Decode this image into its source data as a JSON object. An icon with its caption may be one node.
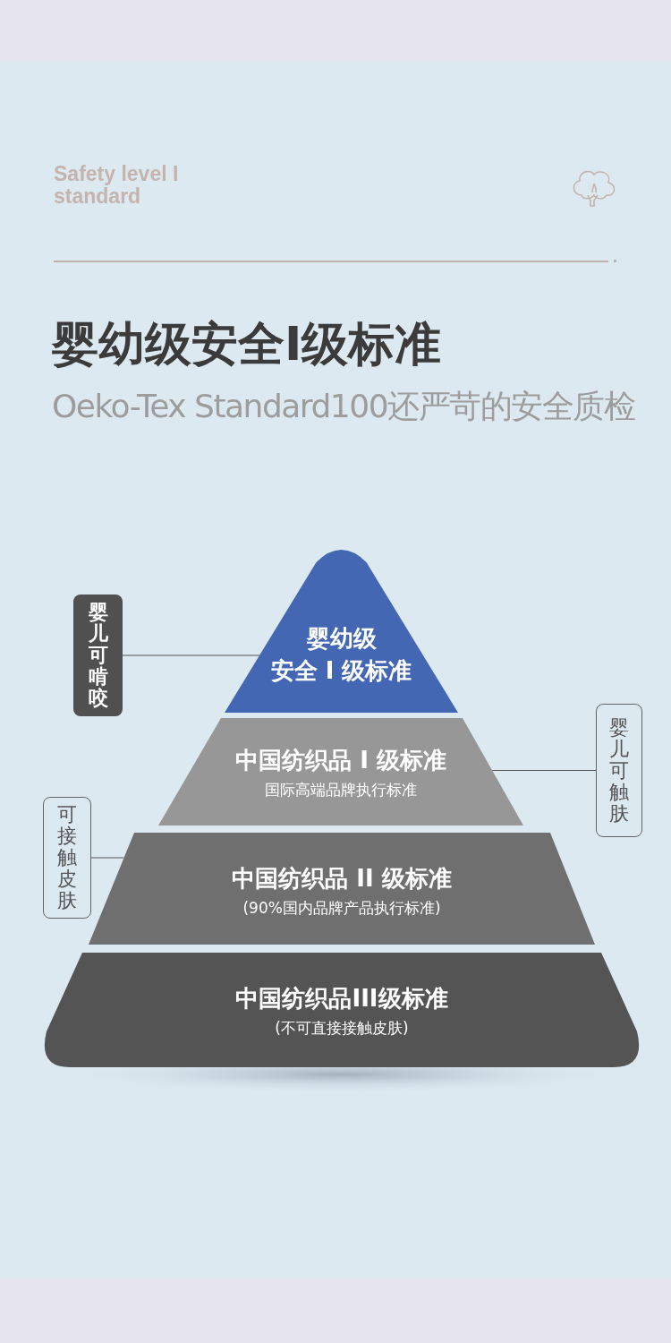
{
  "diagram": {
    "title": "婴幼级安全I级标准",
    "nodes": [
      {
        "text": [
          "婴儿可啃咬"
        ]
      },
      {
        "text": [
          "婴幼级",
          "安全 I 级标准"
        ]
      },
      {
        "text": [
          "中国纺织品 I 级标准",
          "国际高端品牌执行标准"
        ]
      },
      {
        "text": [
          "婴儿可触肤"
        ]
      },
      {
        "text": [
          "可接触皮肤"
        ]
      },
      {
        "text": [
          "中国纺织品 II 级标准",
          "(90%国内品牌产品执行标准)"
        ]
      },
      {
        "text": [
          "中国纺织品III级标准",
          "(不可直接接触皮肤)"
        ]
      }
    ],
    "edges": [
      {
        "from": 0,
        "to": 1,
        "arrow": "none"
      },
      {
        "from": 3,
        "to": 2,
        "arrow": "none"
      },
      {
        "from": 4,
        "to": 5,
        "arrow": "none"
      }
    ],
    "labels": [
      "Safety level I standard",
      "Oeko-Tex Standard100还严苛的安全质检"
    ]
  }
}
